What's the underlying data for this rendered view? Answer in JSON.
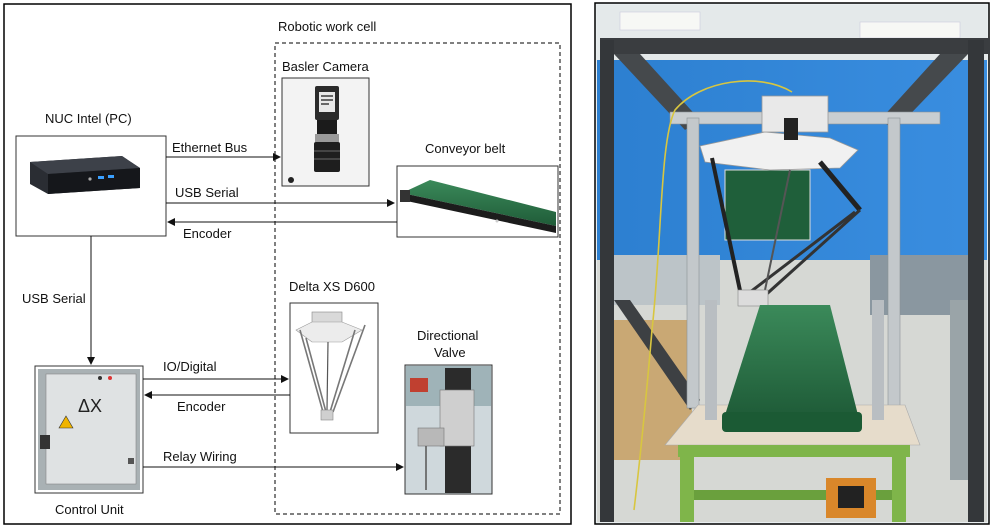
{
  "diagram": {
    "cell_label": "Robotic work cell",
    "nodes": {
      "pc": "NUC Intel (PC)",
      "camera": "Basler Camera",
      "conveyor": "Conveyor belt",
      "robot": "Delta XS D600",
      "valve_line1": "Directional",
      "valve_line2": "Valve",
      "control": "Control Unit"
    },
    "edges": {
      "ethernet": "Ethernet Bus",
      "usb_conveyor": "USB Serial",
      "encoder_conveyor": "Encoder",
      "usb_control": "USB Serial",
      "io_digital": "IO/Digital",
      "encoder_robot": "Encoder",
      "relay": "Relay Wiring"
    }
  }
}
